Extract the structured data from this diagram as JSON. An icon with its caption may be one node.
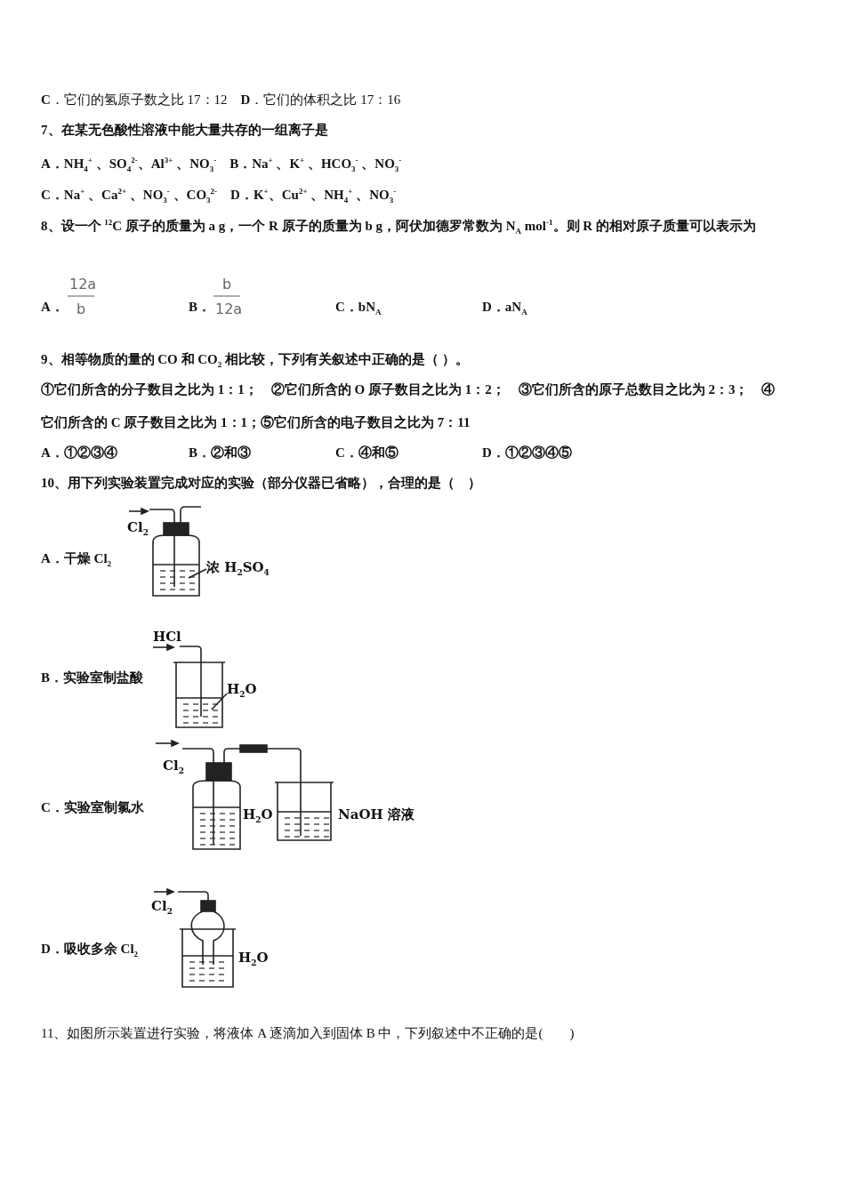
{
  "diagram": {
    "labels": [
      "**C**．它们的氢原子数之比 17：12　**D**．它们的体积之比 17：16",
      "7、在某无色酸性溶液中能大量共存的一组离子是",
      "A．NH$_{4}$$^{+}$ 、SO$_{4}$$^{2-}$、Al$^{3+}$ 、NO$_{3}$$^{-}$　B．Na$^{+}$ 、K$^{+}$ 、HCO$_{3}$$^{-}$ 、NO$_{3}$$^{-}$",
      "C．Na$^{+}$ 、Ca$^{2+}$ 、NO$_{3}$$^{-}$ 、CO$_{3}$$^{2-}$　D．K$^{+}$、Cu$^{2+}$ 、NH$_{4}$$^{+}$ 、NO$_{3}$$^{-}$",
      "8、设一个 $^{12}$C 原子的质量为 a g，一个 R 原子的质量为 b g，阿伏加德罗常数为 N$_{A}$ mol$^{-1}$。则 R 的相对原子质量可以表示为",
      "A．",
      "12a",
      "b",
      "B．",
      "b",
      "12a",
      "C．bN$_{A}$",
      "D．aN$_{A}$",
      "9、相等物质的量的 CO 和 CO$_{2}$ 相比较，下列有关叙述中正确的是（ ）。",
      "①它们所含的分子数目之比为 1：1；　②它们所含的 O 原子数目之比为 1：2；　③它们所含的原子总数目之比为 2：3；　④它们所含的 C 原子数目之比为 1：1；⑤它们所含的电子数目之比为 7：11",
      "A．①②③④",
      "B．②和③",
      "C．④和⑤",
      "D．①②③④⑤",
      "10、用下列实验装置完成对应的实验（部分仪器已省略），合理的是（　）",
      "A．干燥 Cl$_{2}$",
      "Cl$_{2}$",
      "浓 H$_{2}$SO$_{4}$",
      "B．实验室制盐酸",
      "HCl",
      "H$_{2}$O",
      "C．实验室制氯水",
      "Cl$_{2}$",
      "H$_{2}$O",
      "NaOH 溶液",
      "D．吸收多余 Cl$_{2}$",
      "Cl$_{2}$",
      "H$_{2}$O",
      "11、如图所示装置进行实验，将液体 A 逐滴加入到固体 B 中，下列叙述中不正确的是(　　)"
    ]
  }
}
